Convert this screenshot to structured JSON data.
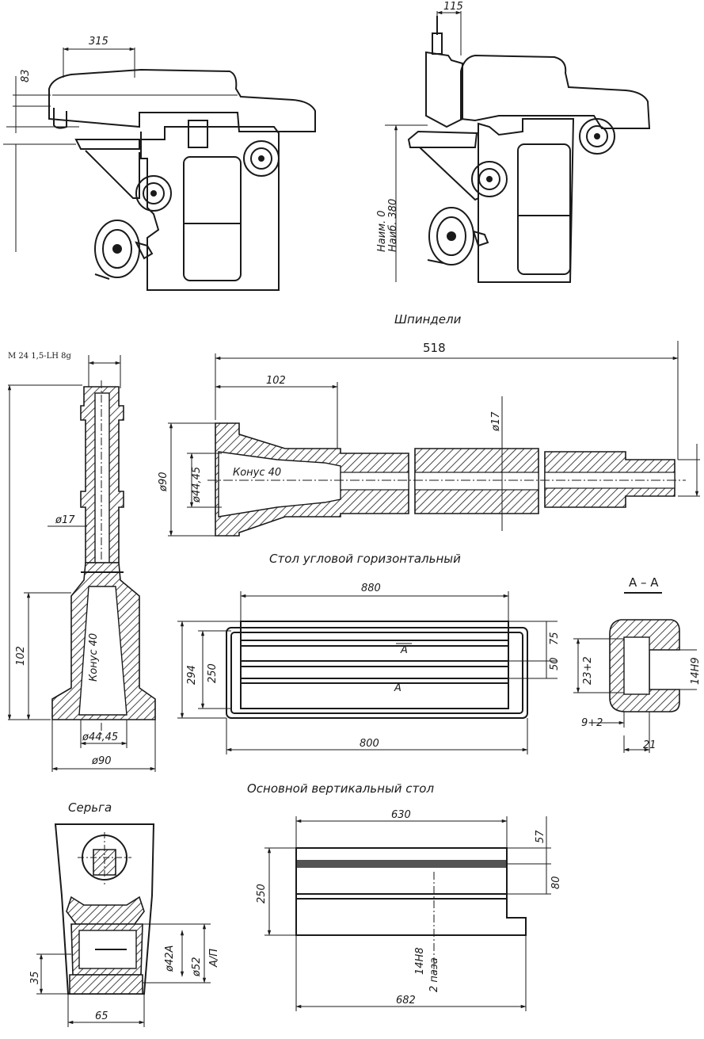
{
  "labels": {
    "spindles_title": "Шпиндели",
    "table_angle_title": "Стол угловой горизонтальный",
    "section_aa": "А – А",
    "main_table_title": "Основной вертикальный стол",
    "earring_title": "Серьга",
    "cone_label": "Конус 40",
    "thread": "M 24  1,5-LH 8g",
    "naim": "Наим. 0",
    "naib": "Наиб. 380",
    "section_marker": "А",
    "two_grooves": "2 паза"
  },
  "dims": {
    "d315": "315",
    "d83": "83",
    "d115": "115",
    "d518": "518",
    "d102": "102",
    "d102b": "102",
    "phi17": "ø17",
    "phi17b": "ø17",
    "phi90": "ø90",
    "phi90b": "ø90",
    "phi44": "ø44,45",
    "phi44b": "ø44,45",
    "d880": "880",
    "d800": "800",
    "d294": "294",
    "d250": "250",
    "d75": "75",
    "d50": "50",
    "d23": "23+2",
    "d14": "14H9",
    "d9": "9+2",
    "d21": "21",
    "d630": "630",
    "d57": "57",
    "d80": "80",
    "d250b": "250",
    "d682": "682",
    "d14b": "14H8",
    "d42": "ø42A",
    "d52": "ø52",
    "fit": "A/П",
    "d35": "35",
    "d65": "65"
  }
}
